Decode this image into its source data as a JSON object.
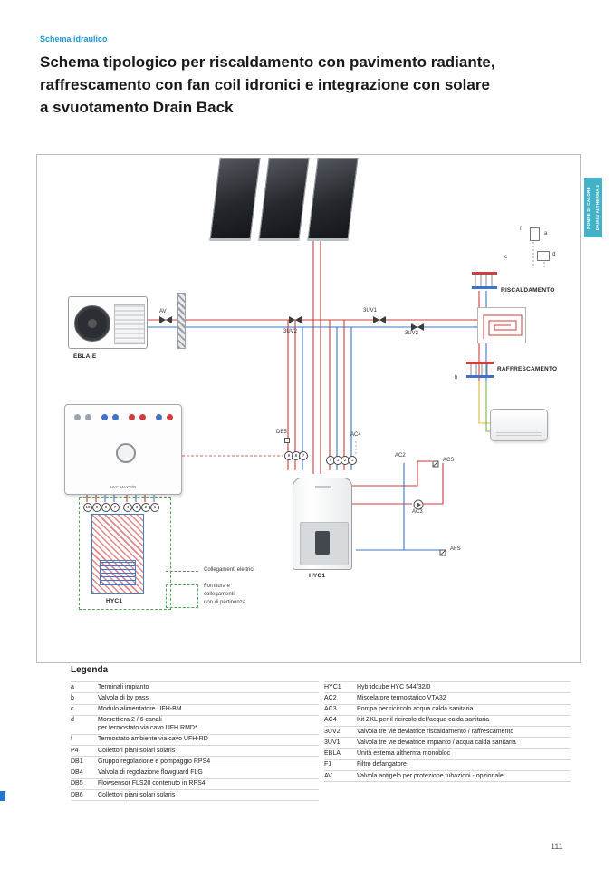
{
  "page": {
    "eyebrow": "Schema idraulico",
    "title_line1": "Schema tipologico per riscaldamento con pavimento radiante,",
    "title_line2": "raffrescamento con fan coil idronici e integrazione con solare",
    "title_line3": "a svuotamento Drain Back",
    "page_number": "111"
  },
  "side_tab": {
    "line1": "POMPE DI CALORE",
    "line2": "DAIKIN ALTHERMA 3"
  },
  "diagram": {
    "labels": {
      "ebla": "EBLA-E",
      "av": "AV",
      "uv2a": "3UV2",
      "uv1": "3UV1",
      "uv2b": "3UV2",
      "db5": "DB5",
      "ac4": "AC4",
      "ac2": "AC2",
      "ac3": "AC3",
      "acs": "ACS",
      "afs": "AFS",
      "riscaldamento": "RISCALDAMENTO",
      "raffrescamento": "RAFFRESCAMENTO",
      "hyc1_left": "HYC1",
      "hyc1_center": "HYC1",
      "control_caption": "HYC MAX'B/R",
      "letter_a": "a",
      "letter_b": "b",
      "letter_c": "c",
      "letter_d": "d",
      "letter_f": "f",
      "elec": "Collegamenti elettrici",
      "supply": "Fornitura e\ncollegamenti\nnon di pertinenza"
    },
    "terminals_left": [
      "10",
      "9",
      "8",
      "7",
      "4",
      "3",
      "2",
      "1"
    ],
    "terminals_center_a": [
      "9",
      "8",
      "7"
    ],
    "terminals_center_b": [
      "4",
      "3",
      "2",
      "1"
    ]
  },
  "legend": {
    "heading": "Legenda",
    "left": [
      {
        "code": "a",
        "desc": "Terminali impianto"
      },
      {
        "code": "b",
        "desc": "Valvola di by pass"
      },
      {
        "code": "c",
        "desc": "Modulo alimentatore UFH-BM"
      },
      {
        "code": "d",
        "desc": "Morsettiera 2 / 6 canali\nper termostato via cavo UFH RMD*"
      },
      {
        "code": "f",
        "desc": "Termostato ambiente via cavo UFH-RD"
      },
      {
        "code": "P4",
        "desc": "Collettori piani solari solaris"
      },
      {
        "code": "DB1",
        "desc": "Gruppo regolazione e pompaggio RPS4"
      },
      {
        "code": "DB4",
        "desc": "Valvola di regolazione flowguard FLG"
      },
      {
        "code": "DB5",
        "desc": "Flowsensor FLS20 contenuto in RPS4"
      },
      {
        "code": "DB6",
        "desc": "Collettori piani solari solaris"
      }
    ],
    "right": [
      {
        "code": "HYC1",
        "desc": "Hybridcube HYC 544/32/0"
      },
      {
        "code": "AC2",
        "desc": "Miscelatore termostatico VTA32"
      },
      {
        "code": "AC3",
        "desc": "Pompa per ricircolo acqua calda sanitaria"
      },
      {
        "code": "AC4",
        "desc": "Kit ZKL per il ricircolo dell'acqua calda sanitaria"
      },
      {
        "code": "3UV2",
        "desc": "Valvola tre vie deviatrice riscaldamento /  raffrescamento"
      },
      {
        "code": "3UV1",
        "desc": "Valvola tre vie deviatrice impianto / acqua calda sanitaria"
      },
      {
        "code": "EBLA",
        "desc": "Unità esterna altherma monobloc"
      },
      {
        "code": "F1",
        "desc": "Filtro defangatore"
      },
      {
        "code": "AV",
        "desc": "Valvola antigelo per protezione tubazioni - opzionale"
      }
    ]
  }
}
